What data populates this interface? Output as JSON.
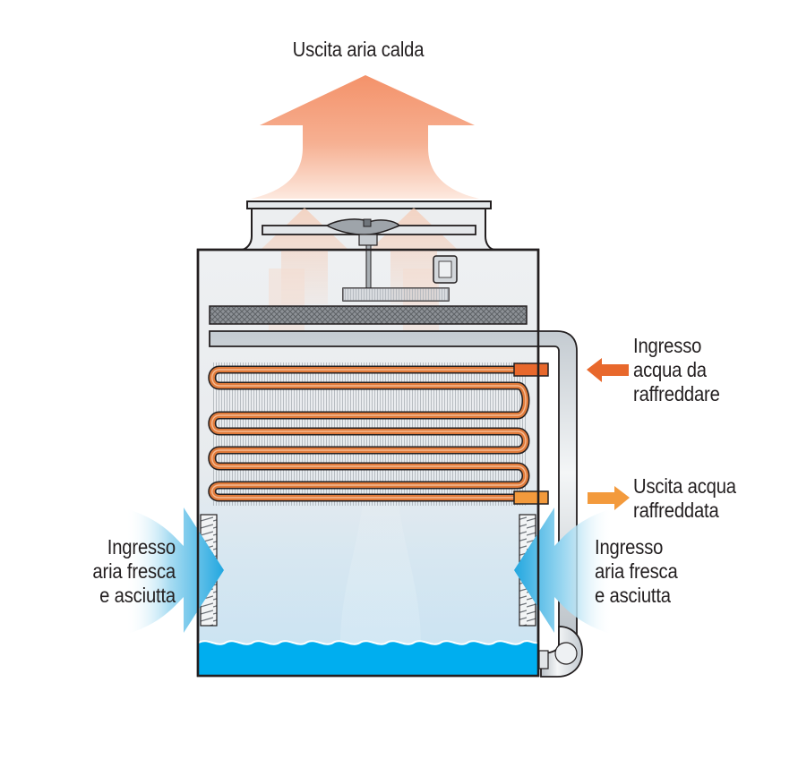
{
  "labels": {
    "hot_air_out": "Uscita aria calda",
    "water_in": [
      "Ingresso",
      "acqua da",
      "raffreddare"
    ],
    "water_out": [
      "Uscita acqua",
      "raffreddata"
    ],
    "air_in_left": [
      "Ingresso",
      "aria fresca",
      "e asciutta"
    ],
    "air_in_right": [
      "Ingresso",
      "aria fresca",
      "e asciutta"
    ]
  },
  "colors": {
    "hot_air": "#f4926a",
    "hot_water": "#e8682c",
    "cool_water": "#f39a3c",
    "basin_water": "#00aeef",
    "cold_air": "#7fcfee",
    "coil": "#d2691e",
    "casing": "#e9ecef",
    "outline": "#231f20"
  }
}
